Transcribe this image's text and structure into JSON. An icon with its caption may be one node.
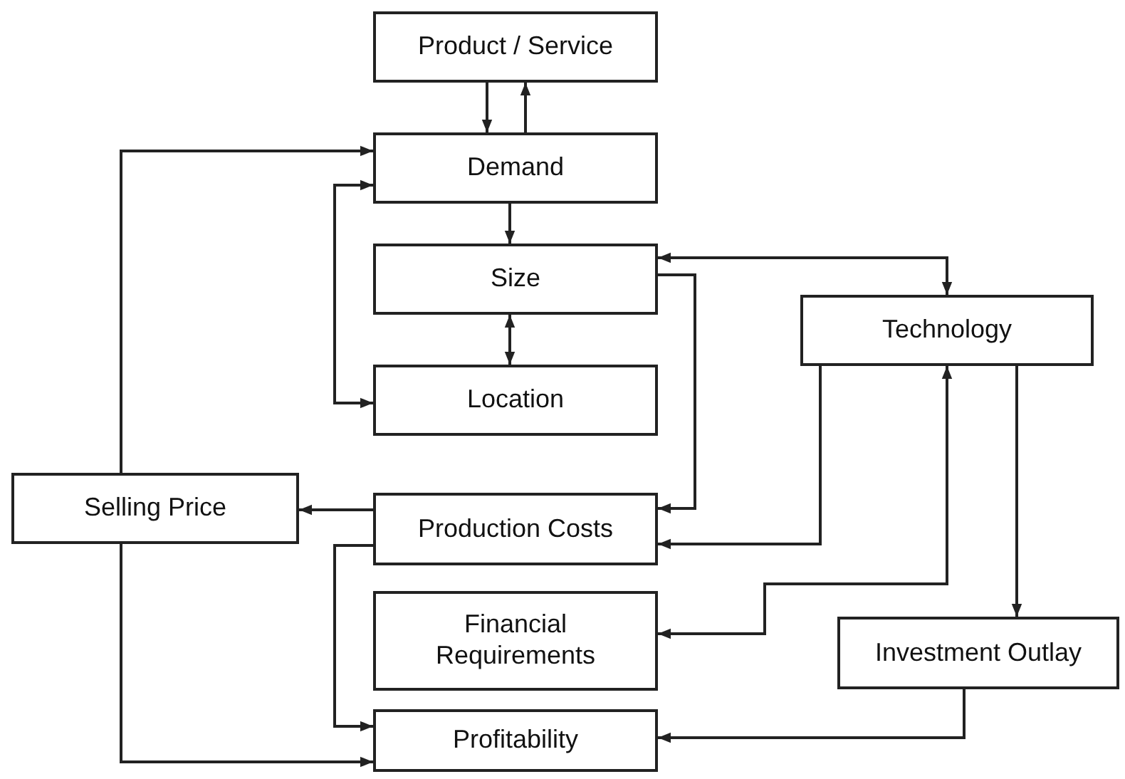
{
  "diagram": {
    "nodes": [
      {
        "text": [
          "Product / Service"
        ]
      },
      {
        "text": [
          "Demand"
        ]
      },
      {
        "text": [
          "Size"
        ]
      },
      {
        "text": [
          "Location"
        ]
      },
      {
        "text": [
          "Selling Price"
        ]
      },
      {
        "text": [
          "Production Costs"
        ]
      },
      {
        "text": [
          "Financial Requirements"
        ]
      },
      {
        "text": [
          "Profitability"
        ]
      },
      {
        "text": [
          "Technology"
        ]
      },
      {
        "text": [
          "Investment Outlay"
        ]
      }
    ],
    "edges": [
      {
        "from": 0,
        "to": 1,
        "arrow": "to"
      },
      {
        "from": 1,
        "to": 0,
        "arrow": "to"
      },
      {
        "from": 4,
        "to": 1,
        "arrow": "to"
      },
      {
        "from": 1,
        "to": 3,
        "arrow": "both"
      },
      {
        "from": 1,
        "to": 2,
        "arrow": "to"
      },
      {
        "from": 2,
        "to": 3,
        "arrow": "both"
      },
      {
        "from": 2,
        "to": 8,
        "arrow": "both"
      },
      {
        "from": 2,
        "to": 5,
        "arrow": "to"
      },
      {
        "from": 8,
        "to": 5,
        "arrow": "to"
      },
      {
        "from": 6,
        "to": 8,
        "arrow": "both"
      },
      {
        "from": 8,
        "to": 9,
        "arrow": "to"
      },
      {
        "from": 9,
        "to": 7,
        "arrow": "to"
      },
      {
        "from": 5,
        "to": 4,
        "arrow": "to"
      },
      {
        "from": 5,
        "to": 7,
        "arrow": "to"
      },
      {
        "from": 4,
        "to": 7,
        "arrow": "to"
      }
    ]
  }
}
